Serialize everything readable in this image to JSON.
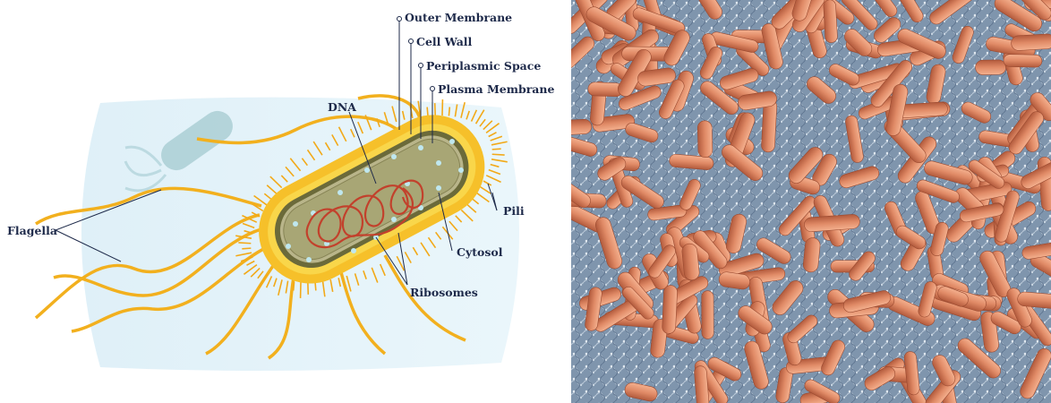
{
  "diagram": {
    "labels": {
      "outer_membrane": "Outer Membrane",
      "cell_wall": "Cell Wall",
      "periplasmic_space": "Periplasmic Space",
      "plasma_membrane": "Plasma Membrane",
      "dna": "DNA",
      "flagella": "Flagella",
      "pili": "Pili",
      "cytosol": "Cytosol",
      "ribosomes": "Ribosomes"
    }
  },
  "micrograph": {
    "colors": {
      "background": "#7f95ad",
      "bacteria": "#e08a66"
    }
  }
}
